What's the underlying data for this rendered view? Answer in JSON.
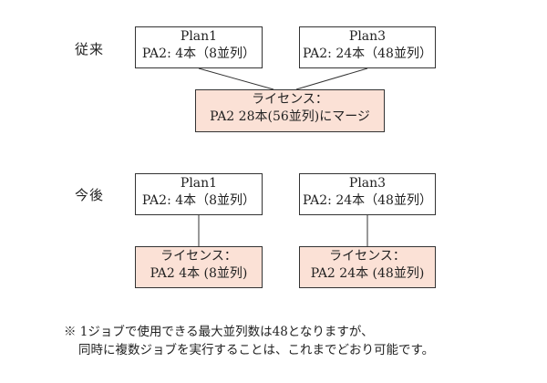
{
  "sections": {
    "current": {
      "label": "従来",
      "plan1": {
        "title": "Plan1",
        "detail": "PA2: 4本（8並列）"
      },
      "plan3": {
        "title": "Plan3",
        "detail": "PA2: 24本（48並列）"
      },
      "license": {
        "title": "ライセンス：",
        "detail": "PA2 28本(56並列)にマージ"
      }
    },
    "future": {
      "label": "今後",
      "plan1": {
        "title": "Plan1",
        "detail": "PA2: 4本（8並列）"
      },
      "plan3": {
        "title": "Plan3",
        "detail": "PA2: 24本（48並列）"
      },
      "license1": {
        "title": "ライセンス：",
        "detail": "PA2 4本 (8並列)"
      },
      "license3": {
        "title": "ライセンス：",
        "detail": "PA2 24本 (48並列)"
      }
    }
  },
  "note": {
    "line1": "※ 1ジョブで使用できる最大並列数は48となりますが、",
    "line2": "同時に複数ジョブを実行することは、これまでどおり可能です。"
  },
  "colors": {
    "license_fill": "#fbe1d6",
    "border": "#333333"
  }
}
